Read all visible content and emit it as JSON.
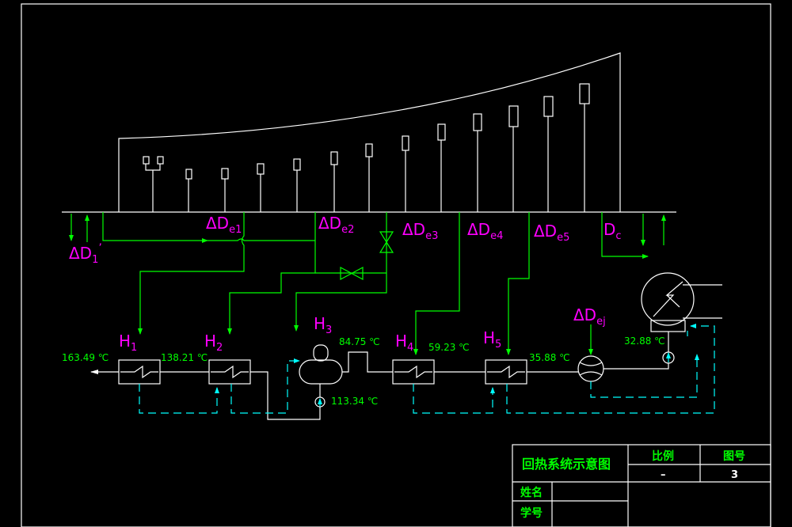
{
  "colors": {
    "background": "#000000",
    "line": "#ffffff",
    "flow_green": "#00ff00",
    "drain_cyan": "#00ffff",
    "label_magenta": "#ff00ff",
    "temp_green": "#00ff00",
    "title_green": "#00ff00",
    "frame": "#ffffff"
  },
  "extraction_labels": {
    "d1": {
      "main": "ΔD",
      "sub": "1",
      "sup": "’"
    },
    "e1": {
      "main": "ΔD",
      "sub": "e1"
    },
    "e2": {
      "main": "ΔD",
      "sub": "e2"
    },
    "e3": {
      "main": "ΔD",
      "sub": "e3"
    },
    "e4": {
      "main": "ΔD",
      "sub": "e4"
    },
    "e5": {
      "main": "ΔD",
      "sub": "e5"
    },
    "c": {
      "main": "D",
      "sub": "c"
    },
    "ej": {
      "main": "ΔD",
      "sub": "ej"
    }
  },
  "heaters": {
    "h1": {
      "main": "H",
      "sub": "1"
    },
    "h2": {
      "main": "H",
      "sub": "2"
    },
    "h3": {
      "main": "H",
      "sub": "3"
    },
    "h4": {
      "main": "H",
      "sub": "4"
    },
    "h5": {
      "main": "H",
      "sub": "5"
    }
  },
  "temperatures": {
    "t_out": "163.49 ℃",
    "t_h1": "138.21 ℃",
    "t_h3": "84.75 ℃",
    "t_h4": "59.23 ℃",
    "t_h5": "35.88 ℃",
    "t_pump_dea": "113.34 ℃",
    "t_cond": "32.88 ℃"
  },
  "title_block": {
    "title": "回热系统示意图",
    "scale_header": "比例",
    "scale_value": "–",
    "drawing_no_header": "图号",
    "drawing_no_value": "3",
    "name_label": "姓名",
    "student_id_label": "学号"
  }
}
